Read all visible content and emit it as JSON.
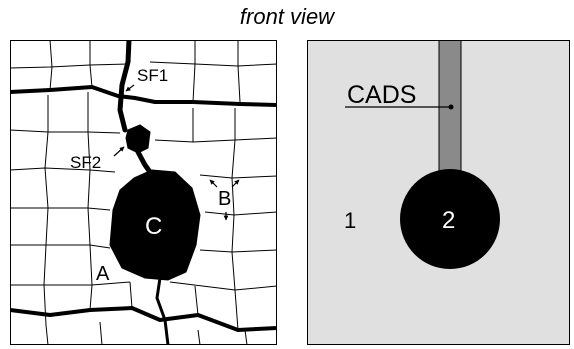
{
  "title": "front view",
  "left_panel": {
    "labels": {
      "sf1": "SF1",
      "sf2": "SF2",
      "c": "C",
      "b": "B",
      "a": "A"
    }
  },
  "right_panel": {
    "labels": {
      "cads": "CADS",
      "region_1": "1",
      "region_2": "2"
    }
  },
  "colors": {
    "outline": "#000000",
    "panel_background": "#e0e0e0",
    "cads_strip": "#8a8a8a",
    "cell_fill": "#000000"
  }
}
